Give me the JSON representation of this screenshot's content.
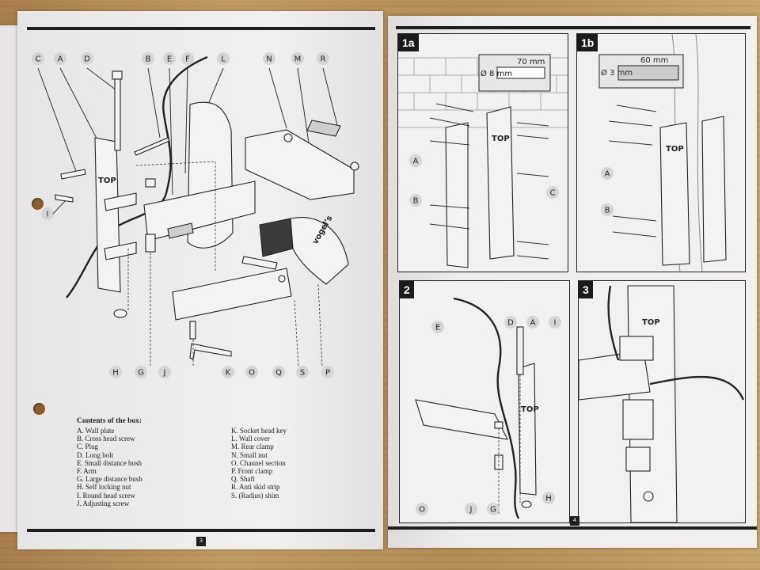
{
  "left_page": {
    "part_letters_top": [
      "C",
      "A",
      "D",
      "B",
      "E",
      "F",
      "L",
      "N",
      "M",
      "R"
    ],
    "part_letters_left": [
      "I"
    ],
    "part_letters_bottom": [
      "H",
      "G",
      "J",
      "K",
      "O",
      "Q",
      "S",
      "P"
    ],
    "top_label": "TOP",
    "brand": "vogel's",
    "contents": {
      "title": "Contents of the box:",
      "col1": [
        "A.   Wall plate",
        "B.   Cross head screw",
        "C.   Plug",
        "D.   Long bolt",
        "E.   Small distance bush",
        "F.   Arm",
        "G.   Large distance bush",
        "H.   Self locking nut",
        "I.    Round head screw",
        "J.    Adjusting screw"
      ],
      "col2": [
        "K.   Socket head key",
        "L.   Wall cover",
        "M.   Rear clamp",
        "N.   Small nut",
        "O.   Channel section",
        "P.   Front clamp",
        "Q.   Shaft",
        "R.   Anti skid strip",
        "S.   (Radius) shim"
      ]
    },
    "page_number": "3"
  },
  "right_page": {
    "steps": {
      "s1a": {
        "badge": "1a",
        "dim_top": "70 mm",
        "dim_side": "Ø 8 mm",
        "labels": [
          "A",
          "B",
          "C"
        ],
        "top_label": "TOP"
      },
      "s1b": {
        "badge": "1b",
        "dim_top": "60 mm",
        "dim_side": "Ø 3 mm",
        "labels": [
          "A",
          "B"
        ],
        "top_label": "TOP"
      },
      "s2": {
        "badge": "2",
        "labels_top": [
          "E",
          "D",
          "A",
          "I"
        ],
        "labels_bottom": [
          "O",
          "J",
          "G",
          "H"
        ],
        "top_label": "TOP"
      },
      "s3": {
        "badge": "3",
        "top_label": "TOP"
      }
    },
    "page_number": "4"
  },
  "colors": {
    "ink": "#1e1e1e",
    "paper": "#eceaea",
    "wood": "#b9915c"
  }
}
